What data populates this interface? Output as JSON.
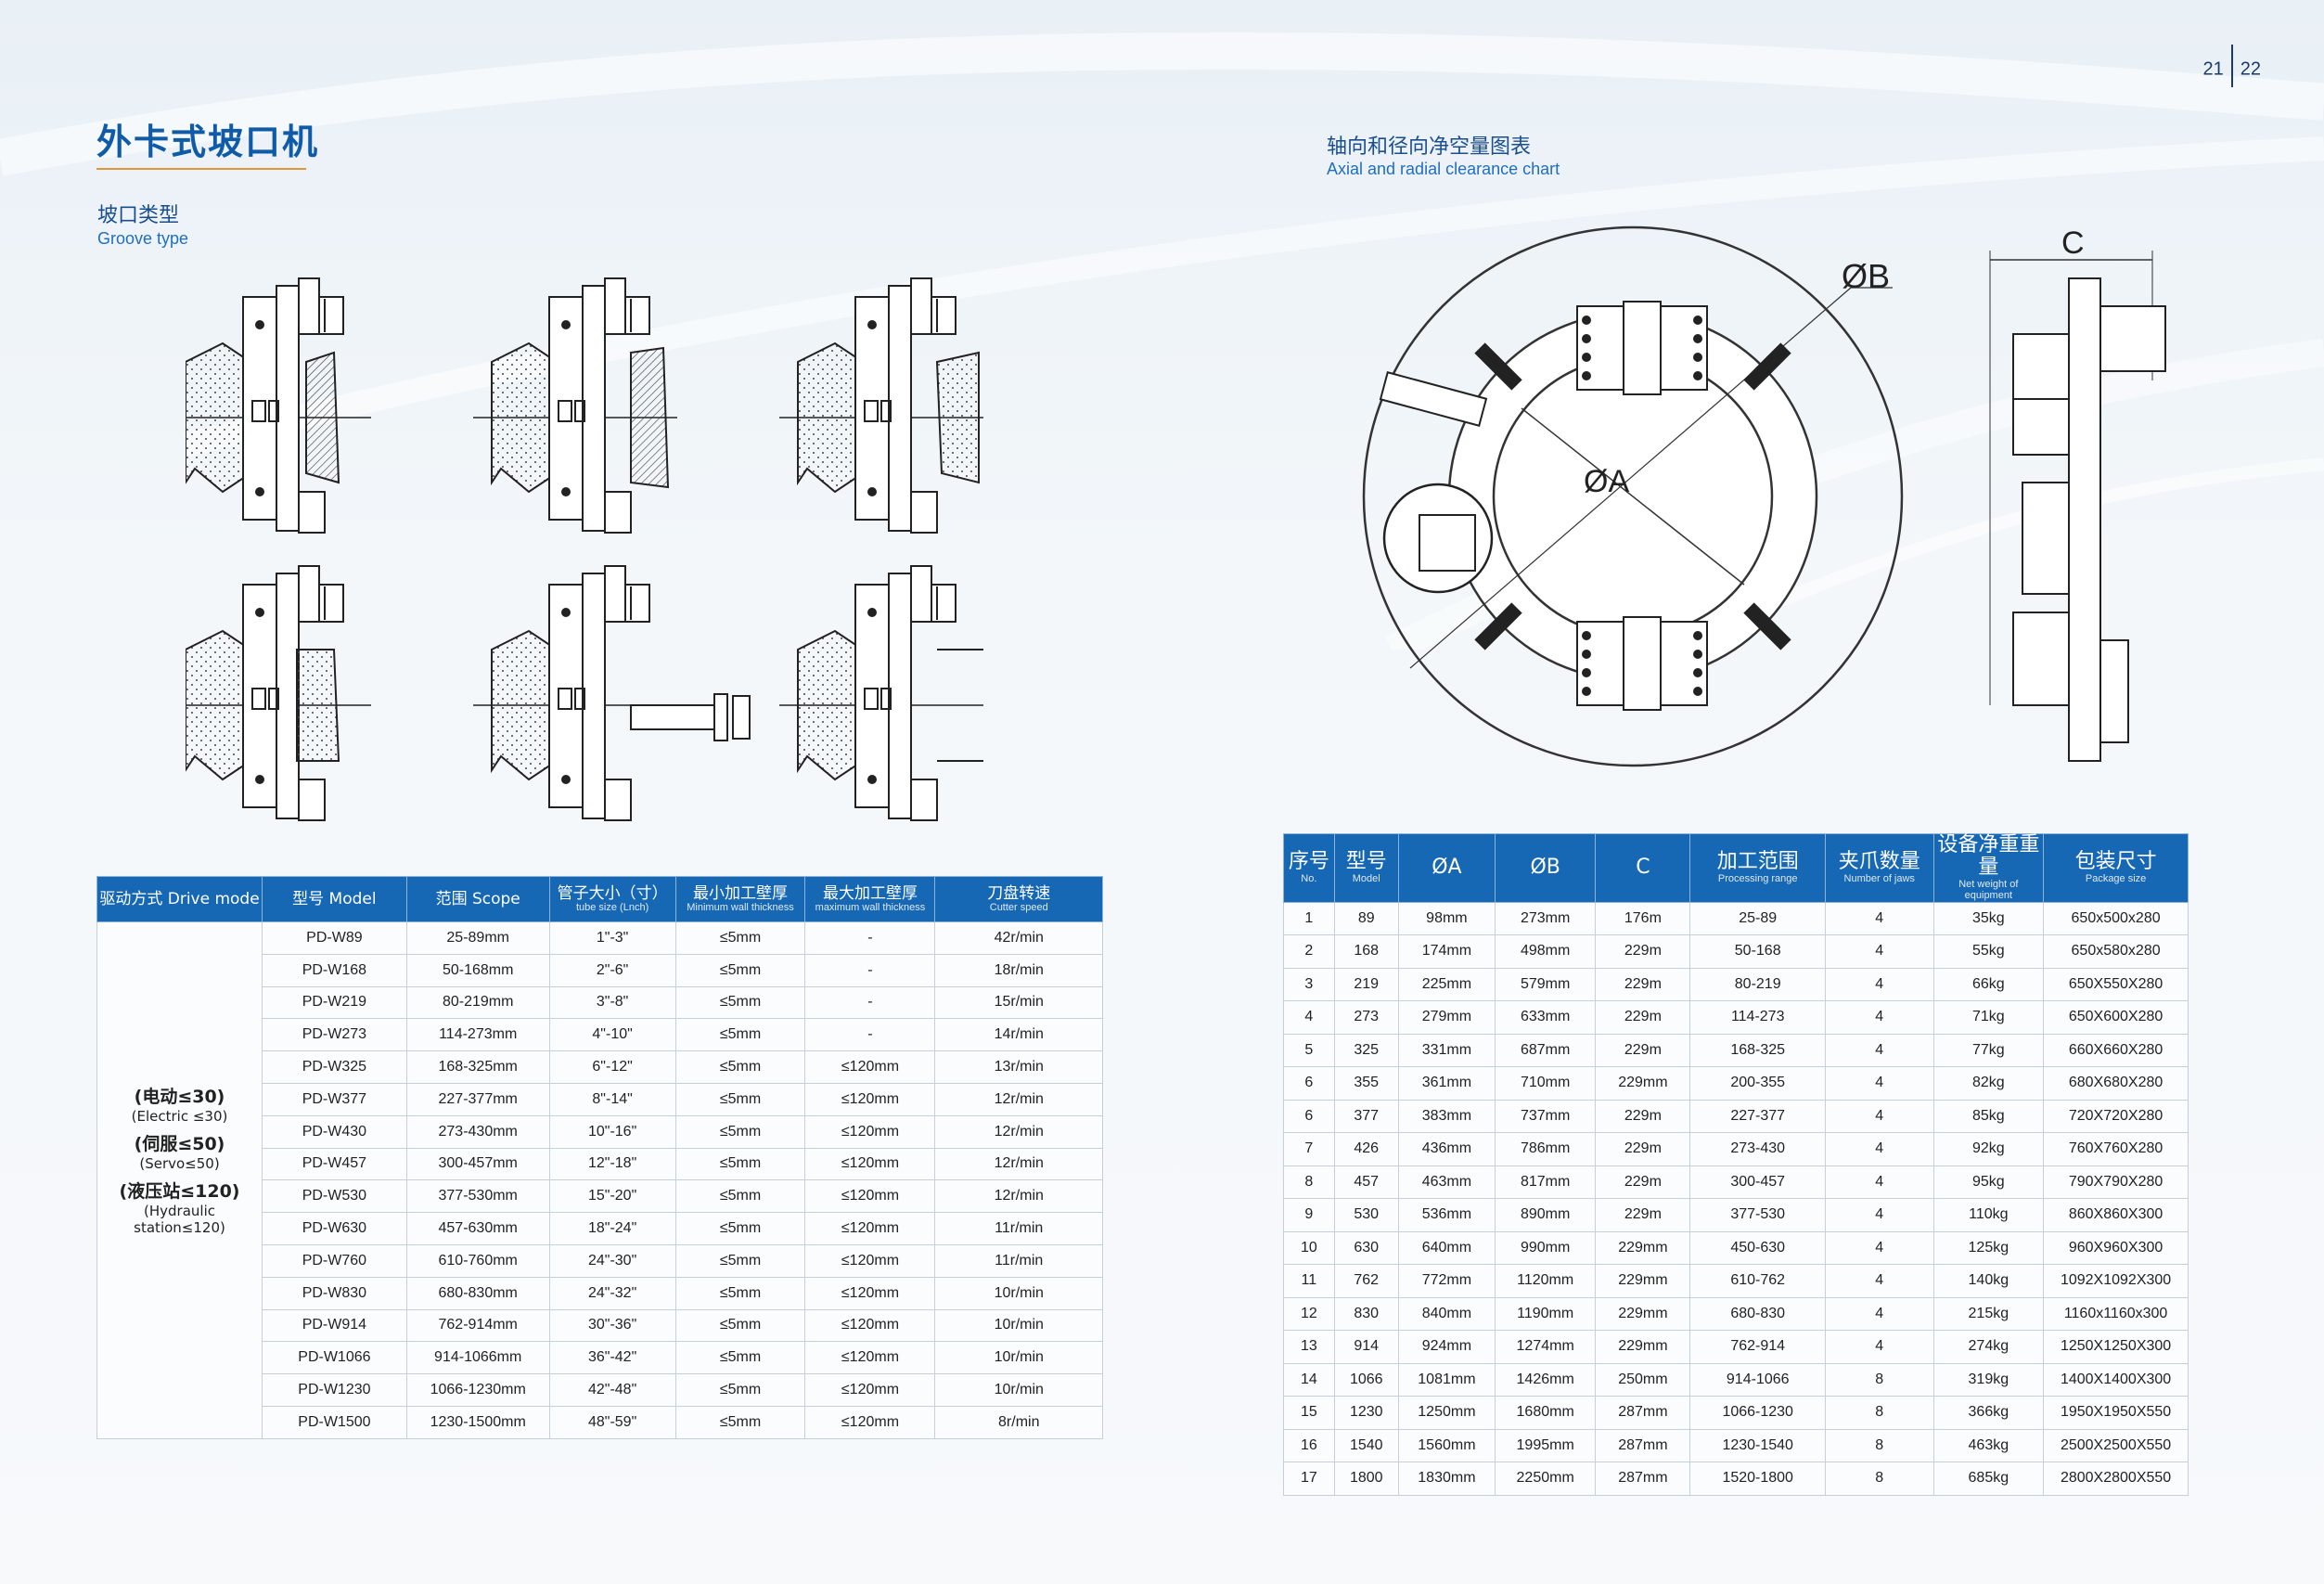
{
  "page": {
    "left": "21",
    "right": "22"
  },
  "title": "外卡式坡口机",
  "groove": {
    "cn": "坡口类型",
    "en": "Groove type"
  },
  "clearance": {
    "cn": "轴向和径向净空量图表",
    "en": "Axial and radial clearance chart",
    "label_a": "ØA",
    "label_b": "ØB",
    "label_c": "C"
  },
  "t1": {
    "headers": [
      {
        "cn": "驱动方式 Drive mode",
        "en": ""
      },
      {
        "cn": "型号 Model",
        "en": ""
      },
      {
        "cn": "范围 Scope",
        "en": ""
      },
      {
        "cn": "管子大小（寸）",
        "en": "tube size (Lnch)"
      },
      {
        "cn": "最小加工壁厚",
        "en": "Minimum wall thickness"
      },
      {
        "cn": "最大加工壁厚",
        "en": "maximum wall thickness"
      },
      {
        "cn": "刀盘转速",
        "en": "Cutter speed"
      }
    ],
    "drive": [
      {
        "cn": "(电动≤30)",
        "en": "(Electric ≤30)"
      },
      {
        "cn": "(伺服≤50)",
        "en": "(Servo≤50)"
      },
      {
        "cn": "(液压站≤120)",
        "en": "(Hydraulic station≤120)"
      }
    ],
    "rows": [
      [
        "PD-W89",
        "25-89mm",
        "1\"-3\"",
        "≤5mm",
        "-",
        "42r/min"
      ],
      [
        "PD-W168",
        "50-168mm",
        "2\"-6\"",
        "≤5mm",
        "-",
        "18r/min"
      ],
      [
        "PD-W219",
        "80-219mm",
        "3\"-8\"",
        "≤5mm",
        "-",
        "15r/min"
      ],
      [
        "PD-W273",
        "114-273mm",
        "4\"-10\"",
        "≤5mm",
        "-",
        "14r/min"
      ],
      [
        "PD-W325",
        "168-325mm",
        "6\"-12\"",
        "≤5mm",
        "≤120mm",
        "13r/min"
      ],
      [
        "PD-W377",
        "227-377mm",
        "8\"-14\"",
        "≤5mm",
        "≤120mm",
        "12r/min"
      ],
      [
        "PD-W430",
        "273-430mm",
        "10\"-16\"",
        "≤5mm",
        "≤120mm",
        "12r/min"
      ],
      [
        "PD-W457",
        "300-457mm",
        "12\"-18\"",
        "≤5mm",
        "≤120mm",
        "12r/min"
      ],
      [
        "PD-W530",
        "377-530mm",
        "15\"-20\"",
        "≤5mm",
        "≤120mm",
        "12r/min"
      ],
      [
        "PD-W630",
        "457-630mm",
        "18\"-24\"",
        "≤5mm",
        "≤120mm",
        "11r/min"
      ],
      [
        "PD-W760",
        "610-760mm",
        "24\"-30\"",
        "≤5mm",
        "≤120mm",
        "11r/min"
      ],
      [
        "PD-W830",
        "680-830mm",
        "24\"-32\"",
        "≤5mm",
        "≤120mm",
        "10r/min"
      ],
      [
        "PD-W914",
        "762-914mm",
        "30\"-36\"",
        "≤5mm",
        "≤120mm",
        "10r/min"
      ],
      [
        "PD-W1066",
        "914-1066mm",
        "36\"-42\"",
        "≤5mm",
        "≤120mm",
        "10r/min"
      ],
      [
        "PD-W1230",
        "1066-1230mm",
        "42\"-48\"",
        "≤5mm",
        "≤120mm",
        "10r/min"
      ],
      [
        "PD-W1500",
        "1230-1500mm",
        "48\"-59\"",
        "≤5mm",
        "≤120mm",
        "8r/min"
      ]
    ]
  },
  "t2": {
    "headers": [
      {
        "cn": "序号",
        "en": "No."
      },
      {
        "cn": "型号",
        "en": "Model"
      },
      {
        "cn": "ØA",
        "en": ""
      },
      {
        "cn": "ØB",
        "en": ""
      },
      {
        "cn": "C",
        "en": ""
      },
      {
        "cn": "加工范围",
        "en": "Processing range"
      },
      {
        "cn": "夹爪数量",
        "en": "Number of jaws"
      },
      {
        "cn": "设备净重重量",
        "en": "Net weight of equipment"
      },
      {
        "cn": "包装尺寸",
        "en": "Package size"
      }
    ],
    "rows": [
      [
        "1",
        "89",
        "98mm",
        "273mm",
        "176m",
        "25-89",
        "4",
        "35kg",
        "650x500x280"
      ],
      [
        "2",
        "168",
        "174mm",
        "498mm",
        "229m",
        "50-168",
        "4",
        "55kg",
        "650x580x280"
      ],
      [
        "3",
        "219",
        "225mm",
        "579mm",
        "229m",
        "80-219",
        "4",
        "66kg",
        "650X550X280"
      ],
      [
        "4",
        "273",
        "279mm",
        "633mm",
        "229m",
        "114-273",
        "4",
        "71kg",
        "650X600X280"
      ],
      [
        "5",
        "325",
        "331mm",
        "687mm",
        "229m",
        "168-325",
        "4",
        "77kg",
        "660X660X280"
      ],
      [
        "6",
        "355",
        "361mm",
        "710mm",
        "229mm",
        "200-355",
        "4",
        "82kg",
        "680X680X280"
      ],
      [
        "6",
        "377",
        "383mm",
        "737mm",
        "229m",
        "227-377",
        "4",
        "85kg",
        "720X720X280"
      ],
      [
        "7",
        "426",
        "436mm",
        "786mm",
        "229m",
        "273-430",
        "4",
        "92kg",
        "760X760X280"
      ],
      [
        "8",
        "457",
        "463mm",
        "817mm",
        "229m",
        "300-457",
        "4",
        "95kg",
        "790X790X280"
      ],
      [
        "9",
        "530",
        "536mm",
        "890mm",
        "229m",
        "377-530",
        "4",
        "110kg",
        "860X860X300"
      ],
      [
        "10",
        "630",
        "640mm",
        "990mm",
        "229mm",
        "450-630",
        "4",
        "125kg",
        "960X960X300"
      ],
      [
        "11",
        "762",
        "772mm",
        "1120mm",
        "229mm",
        "610-762",
        "4",
        "140kg",
        "1092X1092X300"
      ],
      [
        "12",
        "830",
        "840mm",
        "1190mm",
        "229mm",
        "680-830",
        "4",
        "215kg",
        "1160x1160x300"
      ],
      [
        "13",
        "914",
        "924mm",
        "1274mm",
        "229mm",
        "762-914",
        "4",
        "274kg",
        "1250X1250X300"
      ],
      [
        "14",
        "1066",
        "1081mm",
        "1426mm",
        "250mm",
        "914-1066",
        "8",
        "319kg",
        "1400X1400X300"
      ],
      [
        "15",
        "1230",
        "1250mm",
        "1680mm",
        "287mm",
        "1066-1230",
        "8",
        "366kg",
        "1950X1950X550"
      ],
      [
        "16",
        "1540",
        "1560mm",
        "1995mm",
        "287mm",
        "1230-1540",
        "8",
        "463kg",
        "2500X2500X550"
      ],
      [
        "17",
        "1800",
        "1830mm",
        "2250mm",
        "287mm",
        "1520-1800",
        "8",
        "685kg",
        "2800X2800X550"
      ]
    ]
  }
}
